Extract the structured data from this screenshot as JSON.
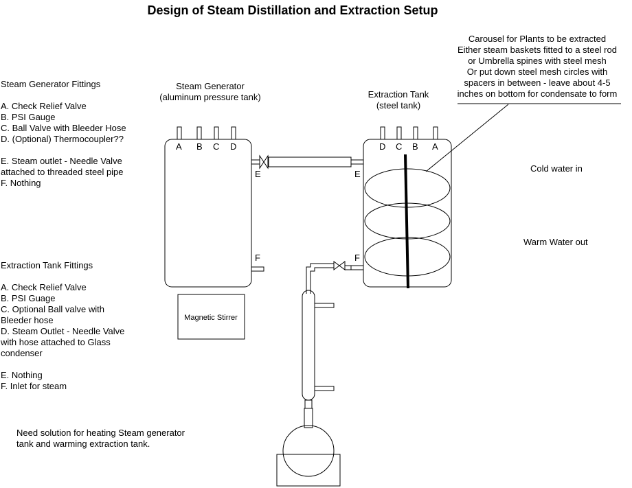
{
  "title": "Design of Steam Distillation and Extraction Setup",
  "steam_generator": {
    "label": "Steam Generator",
    "sublabel": "(aluminum pressure tank)",
    "ports": [
      "A",
      "B",
      "C",
      "D"
    ],
    "side_ports": [
      "E",
      "F"
    ]
  },
  "extraction_tank": {
    "label": "Extraction Tank",
    "sublabel": "(steel tank)",
    "ports": [
      "D",
      "C",
      "B",
      "A"
    ],
    "side_ports": [
      "E",
      "F"
    ]
  },
  "magnetic_stirrer": "Magnetic Stirrer",
  "carousel_note": [
    "Carousel for Plants to be extracted",
    "Either steam baskets fitted to a steel rod",
    "or Umbrella spines with steel mesh",
    "Or put down steel mesh circles with",
    "spacers in between - leave about 4-5",
    "inches on bottom for condensate to form"
  ],
  "cold_water_in": "Cold water in",
  "warm_water_out": "Warm Water out",
  "steam_generator_fittings": {
    "heading": "Steam Generator Fittings",
    "items": [
      "A.  Check Relief Valve",
      "B.  PSI Gauge",
      "C.  Ball Valve with Bleeder Hose",
      "D.  (Optional) Thermocoupler??"
    ],
    "items2": [
      "E.  Steam outlet - Needle Valve",
      "attached to threaded steel pipe",
      "F.  Nothing"
    ]
  },
  "extraction_tank_fittings": {
    "heading": "Extraction Tank Fittings",
    "items": [
      "A.  Check Relief Valve",
      "B.  PSI Guage",
      "C.  Optional Ball valve with",
      "Bleeder hose",
      "D.  Steam Outlet - Needle Valve",
      "with hose attached to Glass",
      "condenser"
    ],
    "items2": [
      "E.  Nothing",
      "F.  Inlet for steam"
    ]
  },
  "heating_note": [
    "Need solution for heating Steam generator",
    "tank and warming extraction tank."
  ]
}
